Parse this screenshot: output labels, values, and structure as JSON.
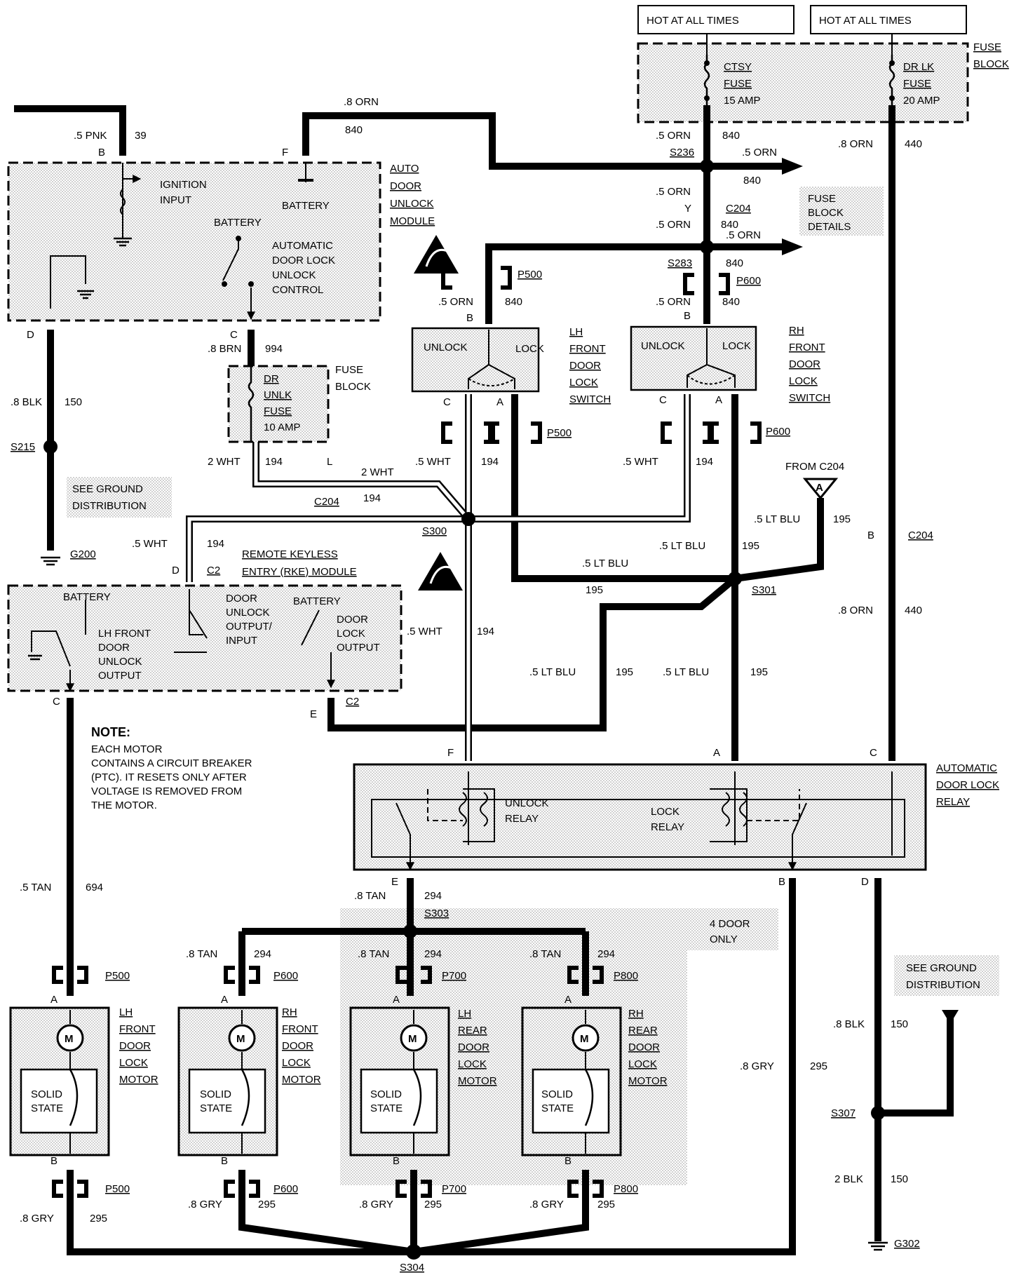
{
  "top": {
    "hot1": "HOT AT ALL TIMES",
    "hot2": "HOT AT ALL TIMES",
    "fuse_block": [
      "FUSE",
      "BLOCK"
    ],
    "ctsy_fuse": [
      "CTSY",
      "FUSE",
      "15 AMP"
    ],
    "drlk_fuse": [
      "DR LK",
      "FUSE",
      "20 AMP"
    ]
  },
  "wires": {
    "pnk": ".5 PNK",
    "n39": "39",
    "pinB1": "B",
    "orn8": ".8 ORN",
    "n840a": "840",
    "pinF1": "F",
    "orn5a": ".5 ORN",
    "n840b": "840",
    "s236": "S236",
    "orn5b": ".5 ORN",
    "n840c": "840",
    "orn5c": ".5 ORN",
    "pinY": "Y",
    "c204a": "C204",
    "orn5d": ".5 ORN",
    "n840d": "840",
    "orn5e": ".5 ORN",
    "s283": "S283",
    "n840e": "840",
    "fbd": [
      "FUSE",
      "BLOCK",
      "DETAILS"
    ],
    "orn8b": ".8 ORN",
    "n440a": "440",
    "p500a": "P500",
    "p600a": "P600",
    "orn5f": ".5 ORN",
    "n840f": "840",
    "pinB2": "B",
    "orn5g": ".5 ORN",
    "n840g": "840",
    "pinB3": "B"
  },
  "adu": {
    "title": [
      "AUTO",
      "DOOR",
      "UNLOCK",
      "MODULE"
    ],
    "ign": [
      "IGNITION",
      "INPUT"
    ],
    "battery1": "BATTERY",
    "battery2": "BATTERY",
    "ctrl": [
      "AUTOMATIC",
      "DOOR LOCK",
      "UNLOCK",
      "CONTROL"
    ],
    "pinD": "D",
    "pinC": "C"
  },
  "left": {
    "brn": ".8 BRN",
    "n994": "994",
    "fuse": [
      "DR",
      "UNLK",
      "FUSE",
      "10 AMP"
    ],
    "fuse_block": [
      "FUSE",
      "BLOCK"
    ],
    "blk": ".8 BLK",
    "n150": "150",
    "s215": "S215",
    "sgd": [
      "SEE GROUND",
      "DISTRIBUTION"
    ],
    "g200": "G200",
    "wht2": "2 WHT",
    "n194a": "194",
    "pinL": "L",
    "wht2b": "2 WHT",
    "c204b": "C204",
    "n194b": "194",
    "wht5a": ".5 WHT",
    "n194c": "194",
    "pinD2": "D",
    "c2a": "C2"
  },
  "switches": {
    "lh": {
      "unlock": "UNLOCK",
      "lock": "LOCK",
      "title": [
        "LH",
        "FRONT",
        "DOOR",
        "LOCK",
        "SWITCH"
      ],
      "pinC": "C",
      "pinA": "A"
    },
    "rh": {
      "unlock": "UNLOCK",
      "lock": "LOCK",
      "title": [
        "RH",
        "FRONT",
        "DOOR",
        "LOCK",
        "SWITCH"
      ],
      "pinC": "C",
      "pinA": "A"
    },
    "p500b": "P500",
    "p600b": "P600"
  },
  "mid": {
    "wht5b": ".5 WHT",
    "n194d": "194",
    "wht5c": ".5 WHT",
    "n194e": "194",
    "from": "FROM C204",
    "conA": "A",
    "ltblu1": ".5 LT BLU",
    "n195a": "195",
    "s300": "S300",
    "ltblu2": ".5 LT BLU",
    "n195b": "195",
    "ltblu3": ".5 LT BLU",
    "n195c": "195",
    "s301": "S301",
    "pinB4": "B",
    "c204c": "C204",
    "orn8c": ".8 ORN",
    "n440b": "440",
    "wht5d": ".5 WHT",
    "n194f": "194",
    "ltblu4": ".5 LT BLU",
    "n195d": "195",
    "ltblu5": ".5 LT BLU",
    "n195e": "195"
  },
  "rke": {
    "title": [
      "REMOTE KEYLESS",
      "ENTRY (RKE) MODULE"
    ],
    "battery1": "BATTERY",
    "lhfront": [
      "LH FRONT",
      "DOOR",
      "UNLOCK",
      "OUTPUT"
    ],
    "unlock_out": [
      "DOOR",
      "UNLOCK",
      "OUTPUT/",
      "INPUT"
    ],
    "battery2": "BATTERY",
    "lock_out": [
      "DOOR",
      "LOCK",
      "OUTPUT"
    ],
    "pinC": "C",
    "pinE": "E",
    "c2b": "C2"
  },
  "note": {
    "head": "NOTE:",
    "lines": [
      "EACH MOTOR",
      "CONTAINS A CIRCUIT BREAKER",
      "(PTC). IT RESETS ONLY AFTER",
      "VOLTAGE IS REMOVED FROM",
      "THE MOTOR."
    ]
  },
  "relay": {
    "title": [
      "AUTOMATIC",
      "DOOR LOCK",
      "RELAY"
    ],
    "unlock": [
      "UNLOCK",
      "RELAY"
    ],
    "lock": [
      "LOCK",
      "RELAY"
    ],
    "pinF": "F",
    "pinA": "A",
    "pinC": "C",
    "pinE": "E",
    "pinB": "B",
    "pinD": "D"
  },
  "lower": {
    "tan5": ".5 TAN",
    "n694": "694",
    "tan8a": ".8 TAN",
    "n294a": "294",
    "s303": "S303",
    "four": [
      "4 DOOR",
      "ONLY"
    ],
    "tan8b": ".8 TAN",
    "n294b": "294",
    "tan8c": ".8 TAN",
    "n294c": "294",
    "tan8d": ".8 TAN",
    "n294d": "294",
    "sgd": [
      "SEE GROUND",
      "DISTRIBUTION"
    ],
    "blk8": ".8 BLK",
    "n150a": "150",
    "gry8m": ".8 GRY",
    "n295m": "295",
    "s307": "S307",
    "blk2": "2 BLK",
    "n150b": "150",
    "g302": "G302",
    "gry8a": ".8 GRY",
    "n295a": "295",
    "gry8b": ".8 GRY",
    "n295b": "295",
    "gry8c": ".8 GRY",
    "n295c": "295",
    "gry8d": ".8 GRY",
    "n295d": "295",
    "s304": "S304"
  },
  "motors": [
    {
      "conn_top": "P500",
      "conn_bot": "P500",
      "title": [
        "LH",
        "FRONT",
        "DOOR",
        "LOCK",
        "MOTOR"
      ],
      "m": "M",
      "ss": [
        "SOLID",
        "STATE"
      ],
      "pinA": "A",
      "pinB": "B"
    },
    {
      "conn_top": "P600",
      "conn_bot": "P600",
      "title": [
        "RH",
        "FRONT",
        "DOOR",
        "LOCK",
        "MOTOR"
      ],
      "m": "M",
      "ss": [
        "SOLID",
        "STATE"
      ],
      "pinA": "A",
      "pinB": "B"
    },
    {
      "conn_top": "P700",
      "conn_bot": "P700",
      "title": [
        "LH",
        "REAR",
        "DOOR",
        "LOCK",
        "MOTOR"
      ],
      "m": "M",
      "ss": [
        "SOLID",
        "STATE"
      ],
      "pinA": "A",
      "pinB": "B"
    },
    {
      "conn_top": "P800",
      "conn_bot": "P800",
      "title": [
        "RH",
        "REAR",
        "DOOR",
        "LOCK",
        "MOTOR"
      ],
      "m": "M",
      "ss": [
        "SOLID",
        "STATE"
      ],
      "pinA": "A",
      "pinB": "B"
    }
  ]
}
